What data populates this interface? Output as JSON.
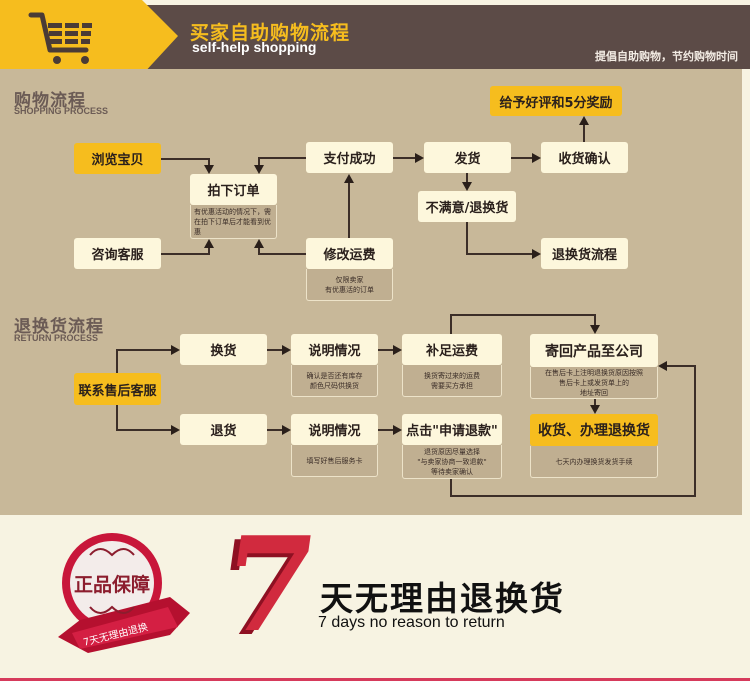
{
  "header": {
    "title": "买家自助购物流程",
    "subtitle": "self-help shopping",
    "slogan": "提倡自助购物，节约购物时间",
    "icon": "shopping-cart-icon",
    "colors": {
      "yellow": "#f6bd1e",
      "dark": "#5c4b47"
    }
  },
  "shopping": {
    "title": "购物流程",
    "subtitle": "SHOPPING PROCESS",
    "nodes": {
      "browse": "浏览宝贝",
      "consult": "咨询客服",
      "order": "拍下订单",
      "order_note": "有优惠活动的情况下，需在拍下订单后才能看到优惠",
      "modify_shipping": "修改运费",
      "modify_note_1": "仅限卖家",
      "modify_note_2": "有优惠活的订单",
      "paid": "支付成功",
      "ship": "发货",
      "unsatisfied": "不满意/退换货",
      "confirm": "收货确认",
      "review": "给予好评和5分奖励",
      "return_flow": "退换货流程"
    }
  },
  "returns": {
    "title": "退换货流程",
    "subtitle": "RETURN PROCESS",
    "nodes": {
      "contact": "联系售后客服",
      "exchange": "换货",
      "refund": "退货",
      "explain_1": "说明情况",
      "explain_1_note_1": "确认是否还有库存",
      "explain_1_note_2": "颜色尺码供换货",
      "explain_2": "说明情况",
      "explain_2_note": "填写好售后服务卡",
      "pay_shipping": "补足运费",
      "pay_shipping_note_1": "换货寄过来的运费",
      "pay_shipping_note_2": "需要买方承担",
      "apply_refund": "点击\"申请退款\"",
      "apply_note_1": "退货原因尽量选择",
      "apply_note_2": "\"与卖家协商一致退款\"",
      "apply_note_3": "等待卖家确认",
      "send_back": "寄回产品至公司",
      "send_back_note_1": "在售后卡上注明退换货原因按照",
      "send_back_note_2": "售后卡上或发货单上的",
      "send_back_note_3": "地址寄回",
      "receive": "收货、办理退换货",
      "receive_note": "七天内办理换货发货手续"
    }
  },
  "banner": {
    "badge_text": "正品保障",
    "ribbon_text": "7天无理由退换",
    "big_number": "7",
    "headline": "天无理由退换货",
    "english": "7 days no reason to return",
    "colors": {
      "red": "#c8163a",
      "bg": "#f7f3e2"
    }
  }
}
